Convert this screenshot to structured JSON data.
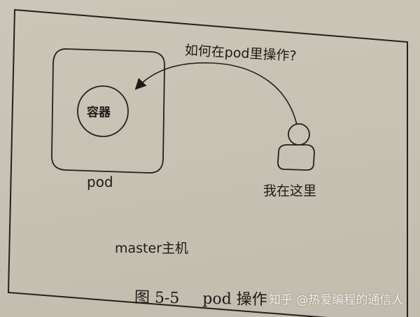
{
  "diagram": {
    "question_label": "如何在pod里操作?",
    "container_label": "容器",
    "pod_label": "pod",
    "user_label": "我在这里",
    "master_label": "master主机",
    "icons": {
      "user": "person-icon",
      "arrow": "curved-arrow-icon"
    },
    "colors": {
      "paper": "#c9c3b6",
      "ink": "#1e1b17",
      "watermark": "#f4f1ea"
    }
  },
  "caption": {
    "figure_number": "图 5-5",
    "title": "pod 操作"
  },
  "watermark": {
    "text": "知乎 @热爱编程的通信人"
  }
}
